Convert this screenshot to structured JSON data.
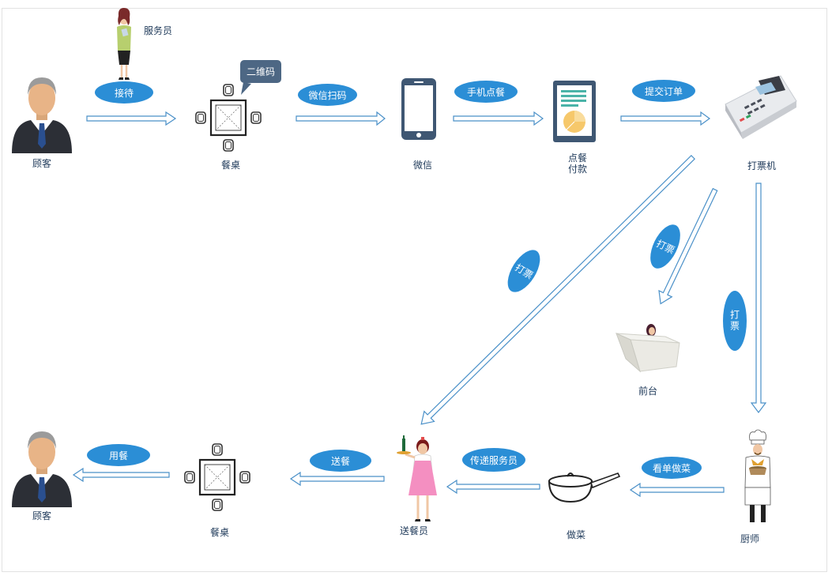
{
  "nodes": {
    "customer_top": "顾客",
    "waiter": "服务员",
    "table_top": "餐桌",
    "qr_bubble": "二维码",
    "wechat": "微信",
    "order_pay": "点餐\n付款",
    "printer": "打票机",
    "front_desk": "前台",
    "chef": "厨师",
    "cooking": "做菜",
    "delivery_staff": "送餐员",
    "table_bottom": "餐桌",
    "customer_bottom": "顾客"
  },
  "edges": {
    "receive": "接待",
    "scan": "微信扫码",
    "mobile_order": "手机点餐",
    "submit_order": "提交订单",
    "print_to_delivery": "打票",
    "print_to_desk": "打票",
    "print_to_chef": "打票",
    "view_and_cook": "看单做菜",
    "pass_to_staff": "传递服务员",
    "deliver": "送餐",
    "dine": "用餐"
  },
  "colors": {
    "accent": "#2b8ed6",
    "arrow_stroke": "#4a90c8",
    "label_text": "#1f3a5a",
    "bubble": "#4d6784"
  }
}
